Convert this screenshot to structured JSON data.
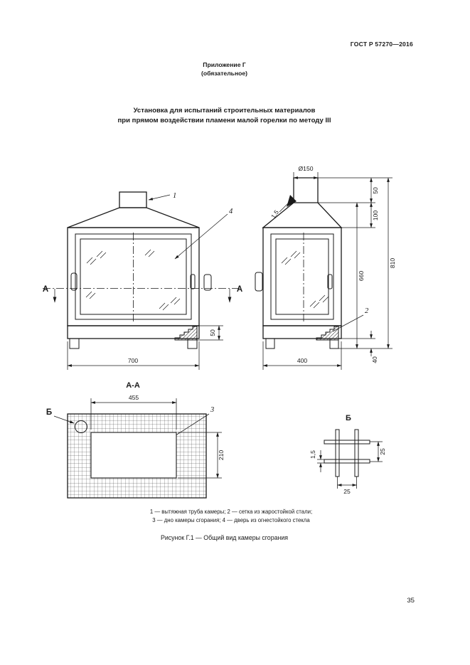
{
  "page": {
    "doc_number": "ГОСТ Р 57270—2016",
    "appendix_title": "Приложение Г",
    "appendix_subtitle": "(обязательное)",
    "heading_line1": "Установка для испытаний строительных материалов",
    "heading_line2": "при прямом воздействии пламени малой горелки по методу III",
    "page_number": "35"
  },
  "figure": {
    "caption": "Рисунок Г.1 — Общий вид камеры сгорания",
    "legend_line1": "1 — вытяжная труба камеры; 2 — сетка из жаростойкой стали;",
    "legend_line2": "3 — дно камеры сгорания; 4 — дверь из огнестойкого стекла",
    "labels": {
      "section_mark": "А",
      "section_view_title": "А-А",
      "detail_mark": "Б",
      "detail_view_title": "Б"
    },
    "callouts": {
      "n1": "1",
      "n2": "2",
      "n3": "3",
      "n4": "4"
    },
    "dims": {
      "pipe_diameter": "Ø150",
      "pipe_wall": "1,5",
      "pipe_height": "50",
      "hood_height": "100",
      "body_height": "660",
      "total_height": "810",
      "leg_height": "40",
      "front_width": "700",
      "side_depth": "400",
      "step_height": "50",
      "opening_width": "455",
      "opening_depth": "210",
      "mesh_pitch_v": "25",
      "mesh_pitch_h": "25",
      "mesh_wire": "1,5"
    }
  }
}
